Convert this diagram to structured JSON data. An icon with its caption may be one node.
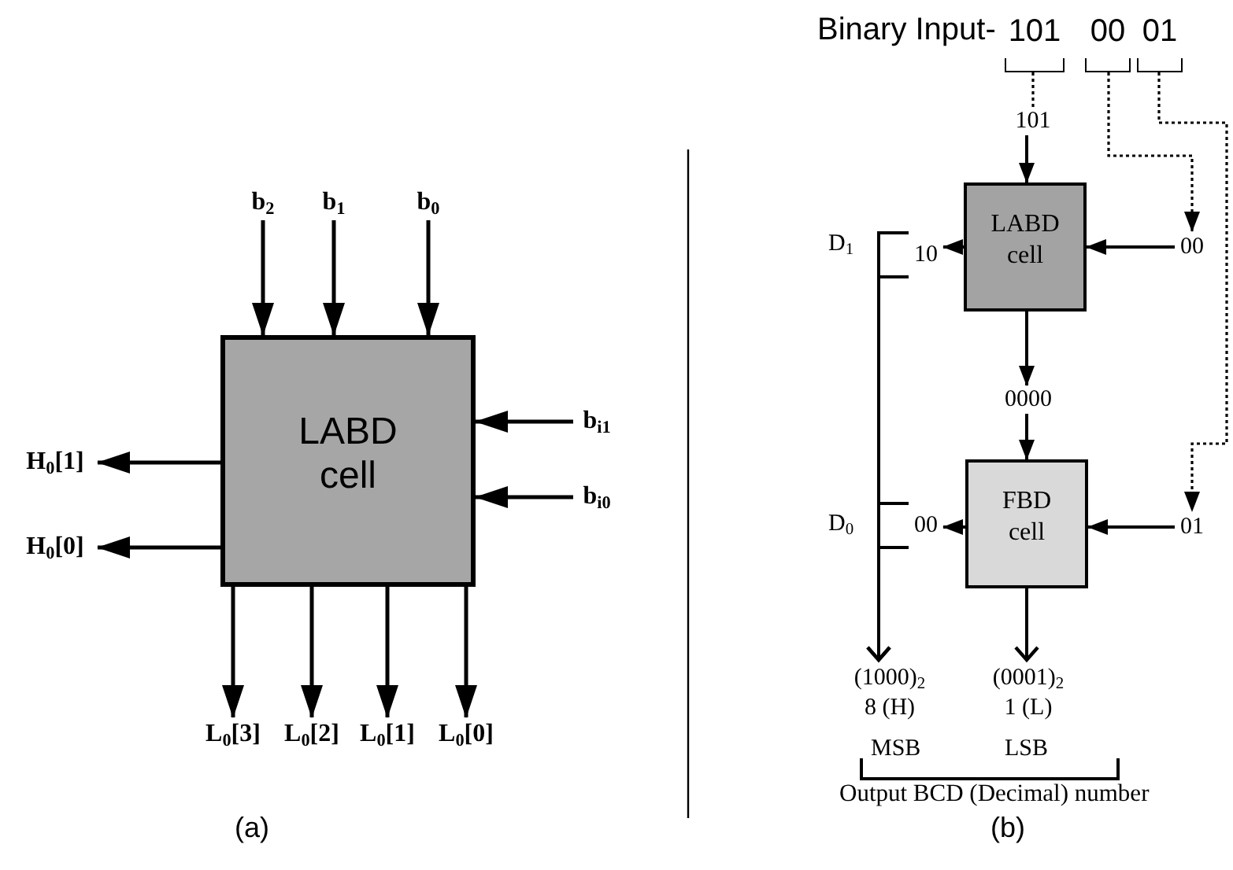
{
  "diagram": {
    "nodes": [
      {
        "text": [
          "LABD cell"
        ]
      },
      {
        "text": [
          "b$_{2}$"
        ]
      },
      {
        "text": [
          "b$_{1}$"
        ]
      },
      {
        "text": [
          "b$_{0}$"
        ]
      },
      {
        "text": [
          "b$_{i1}$"
        ]
      },
      {
        "text": [
          "b$_{i0}$"
        ]
      },
      {
        "text": [
          "H$_{0}$[1]"
        ]
      },
      {
        "text": [
          "H$_{0}$[0]"
        ]
      },
      {
        "text": [
          "L$_{0}$[3]"
        ]
      },
      {
        "text": [
          "L$_{0}$[2]"
        ]
      },
      {
        "text": [
          "L$_{0}$[1]"
        ]
      },
      {
        "text": [
          "L$_{0}$[0]"
        ]
      },
      {
        "text": [
          "101"
        ]
      },
      {
        "text": [
          "00"
        ]
      },
      {
        "text": [
          "01"
        ]
      },
      {
        "text": [
          "101"
        ]
      },
      {
        "text": [
          "LABD cell"
        ]
      },
      {
        "text": [
          "00"
        ]
      },
      {
        "text": [
          "10"
        ]
      },
      {
        "text": [
          "0000"
        ]
      },
      {
        "text": [
          "FBD cell"
        ]
      },
      {
        "text": [
          "01"
        ]
      },
      {
        "text": [
          "00"
        ]
      },
      {
        "text": [
          "(1000)$_{2}$",
          "8 (H)"
        ]
      },
      {
        "text": [
          "(0001)$_{2}$",
          "1 (L)"
        ]
      }
    ],
    "edges": [
      {
        "from": 1,
        "to": 0,
        "arrow": "to"
      },
      {
        "from": 2,
        "to": 0,
        "arrow": "to"
      },
      {
        "from": 3,
        "to": 0,
        "arrow": "to"
      },
      {
        "from": 4,
        "to": 0,
        "arrow": "to"
      },
      {
        "from": 5,
        "to": 0,
        "arrow": "to"
      },
      {
        "from": 0,
        "to": 6,
        "arrow": "to"
      },
      {
        "from": 0,
        "to": 7,
        "arrow": "to"
      },
      {
        "from": 0,
        "to": 8,
        "arrow": "to"
      },
      {
        "from": 0,
        "to": 9,
        "arrow": "to"
      },
      {
        "from": 0,
        "to": 10,
        "arrow": "to"
      },
      {
        "from": 0,
        "to": 11,
        "arrow": "to"
      },
      {
        "from": 12,
        "to": 15,
        "arrow": "none",
        "style": "dashed"
      },
      {
        "from": 15,
        "to": 16,
        "arrow": "to"
      },
      {
        "from": 13,
        "to": 17,
        "arrow": "to",
        "style": "dashed"
      },
      {
        "from": 14,
        "to": 21,
        "arrow": "to",
        "style": "dashed"
      },
      {
        "from": 17,
        "to": 16,
        "arrow": "to"
      },
      {
        "from": 16,
        "to": 18,
        "arrow": "to"
      },
      {
        "from": 16,
        "to": 19,
        "arrow": "to"
      },
      {
        "from": 19,
        "to": 20,
        "arrow": "to"
      },
      {
        "from": 21,
        "to": 20,
        "arrow": "to"
      },
      {
        "from": 20,
        "to": 22,
        "arrow": "to"
      },
      {
        "from": 18,
        "to": 23,
        "arrow": "to"
      },
      {
        "from": 22,
        "to": 23,
        "arrow": "to"
      },
      {
        "from": 20,
        "to": 24,
        "arrow": "to"
      }
    ],
    "labels": [
      "Binary Input-",
      "D$_{1}$",
      "D$_{0}$",
      "MSB",
      "LSB",
      "Output BCD (Decimal) number",
      "(a)",
      "(b)"
    ]
  }
}
